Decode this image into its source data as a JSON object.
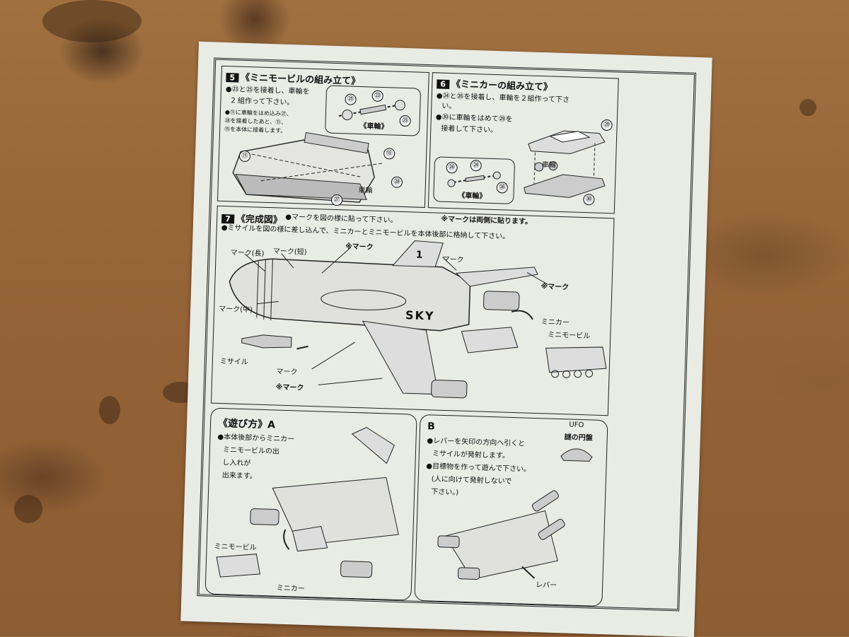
{
  "step5": {
    "num": "5",
    "title": "《ミニモービルの組み立て》",
    "lines": [
      "●㉓と㉕を接着し、車輪を",
      "2 組作って下さい。",
      "●⑪に車輪をはめ込み㉗、",
      "㉘を接着したあと、⑪、",
      "⑮を本体に接着します。"
    ],
    "parts": [
      "㉕",
      "㉓",
      "㉕",
      "⑪",
      "⑮",
      "㉘",
      "㉗"
    ],
    "wheel_label": "《車輪》",
    "wheel_label2": "車輪"
  },
  "step6": {
    "num": "6",
    "title": "《ミニカーの組み立て》",
    "lines": [
      "●㉔と㉖を接着し、車輪を２組作って下さ",
      "い。",
      "●㉚に車輪をはめて㉙を",
      "接着して下さい。"
    ],
    "parts": [
      "㉙",
      "㉖",
      "㉔",
      "㉖",
      "㉚"
    ],
    "wheel_label": "車輪",
    "wheel_label2": "《車輪》"
  },
  "step7": {
    "num": "7",
    "title": "《完成図》",
    "line1": "●マークを図の様に貼って下さい。",
    "note": "※マークは両側に貼ります。",
    "line2": "●ミサイルを図の様に差し込んで、ミニカーとミニモービルを本体後部に格納して下さい。",
    "labels": {
      "mark_long": "マーク(長)",
      "mark_short": "マーク(短)",
      "mark_star_top": "※マーク",
      "mark_top": "マーク",
      "mark_star_right": "※マーク",
      "mark_mid": "マーク(中)",
      "missile": "ミサイル",
      "mark_bottom": "マーク",
      "mark_star_bottom": "※マーク",
      "minicar": "ミニカー",
      "minimobile": "ミニモービル",
      "sky": "SKY",
      "tail_num": "1"
    }
  },
  "playA": {
    "title": "《遊び方》A",
    "lines": [
      "●本体後部からミニカー",
      "ミニモービルの出",
      "し入れが",
      "出来ます。"
    ],
    "minimobile": "ミニモービル",
    "minicar": "ミニカー"
  },
  "playB": {
    "title": "B",
    "lines": [
      "●レバーを矢印の方向へ引くと",
      "ミサイルが発射します。",
      "●目標物を作って遊んで下さい。",
      "(人に向けて発射しないで",
      "下さい。)"
    ],
    "ufo": "UFO",
    "ufo_sub": "謎の円盤",
    "lever": "レバー"
  }
}
